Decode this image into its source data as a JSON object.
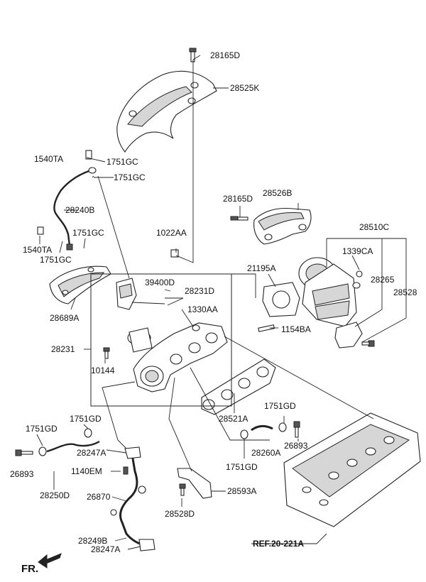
{
  "diagram": {
    "reference": "REF.20-221A",
    "front_marker": "FR.",
    "labels": {
      "p28165D_top": "28165D",
      "p28525K": "28525K",
      "p1540TA_top": "1540TA",
      "p1751GC_a": "1751GC",
      "p1751GC_b": "1751GC",
      "p28240B": "28240B",
      "p28165D_mid": "28165D",
      "p28526B": "28526B",
      "p1022AA": "1022AA",
      "p28510C": "28510C",
      "p1751GC_c": "1751GC",
      "p1540TA_low": "1540TA",
      "p1751GC_d": "1751GC",
      "p1339CA": "1339CA",
      "p21195A": "21195A",
      "p28265": "28265",
      "p28528": "28528",
      "p39400D": "39400D",
      "p28231D": "28231D",
      "p28689A": "28689A",
      "p1330AA": "1330AA",
      "p1154BA": "1154BA",
      "p28231": "28231",
      "p10144": "10144",
      "p28521A": "28521A",
      "p1751GD_a": "1751GD",
      "p1751GD_b": "1751GD",
      "p1751GD_c": "1751GD",
      "p1751GD_d": "1751GD",
      "p28247A_a": "28247A",
      "p26893_a": "26893",
      "p26893_b": "26893",
      "p28260A": "28260A",
      "p1140EM": "1140EM",
      "p28250D": "28250D",
      "p26870": "26870",
      "p28593A": "28593A",
      "p28528D": "28528D",
      "p28249B": "28249B",
      "p28247A_b": "28247A"
    }
  }
}
